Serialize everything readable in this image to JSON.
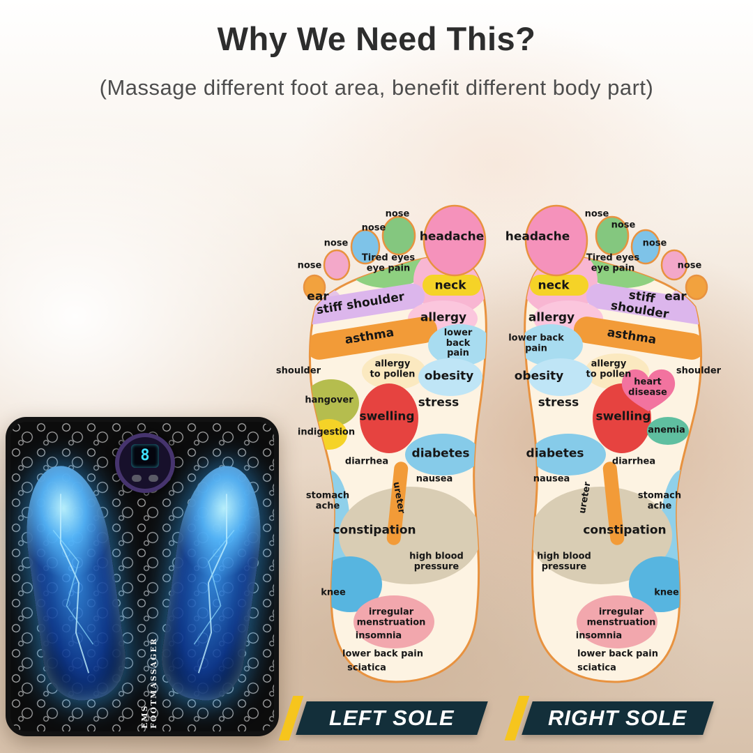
{
  "header": {
    "title": "Why We Need This?",
    "subtitle": "(Massage different foot area, benefit different body part)"
  },
  "product": {
    "device_label": "EMS FOOTMASSAGER",
    "display_value": "8"
  },
  "banners": {
    "left": "LEFT SOLE",
    "right": "RIGHT SOLE"
  },
  "left_foot": {
    "labels": [
      "nose",
      "nose",
      "nose",
      "nose",
      "Tired eyes\neye pain",
      "headache",
      "neck",
      "ear",
      "stiff shoulder",
      "allergy",
      "asthma",
      "lower back\npain",
      "shoulder",
      "allergy\nto pollen",
      "obesity",
      "hangover",
      "swelling",
      "stress",
      "indigestion",
      "diabetes",
      "diarrhea",
      "nausea",
      "stomach\nache",
      "ureter",
      "constipation",
      "high blood\npressure",
      "knee",
      "irregular\nmenstruation",
      "insomnia",
      "lower back pain",
      "sciatica"
    ]
  },
  "right_foot": {
    "labels": [
      "headache",
      "nose",
      "nose",
      "nose",
      "nose",
      "Tired eyes\neye pain",
      "neck",
      "stiff shoulder",
      "ear",
      "allergy",
      "lower back\npain",
      "asthma",
      "obesity",
      "allergy\nto pollen",
      "shoulder",
      "heart\ndisease",
      "stress",
      "swelling",
      "anemia",
      "diabetes",
      "diarrhea",
      "nausea",
      "ureter",
      "stomach\nache",
      "constipation",
      "high blood\npressure",
      "knee",
      "irregular\nmenstruation",
      "insomnia",
      "lower back pain",
      "sciatica"
    ]
  }
}
